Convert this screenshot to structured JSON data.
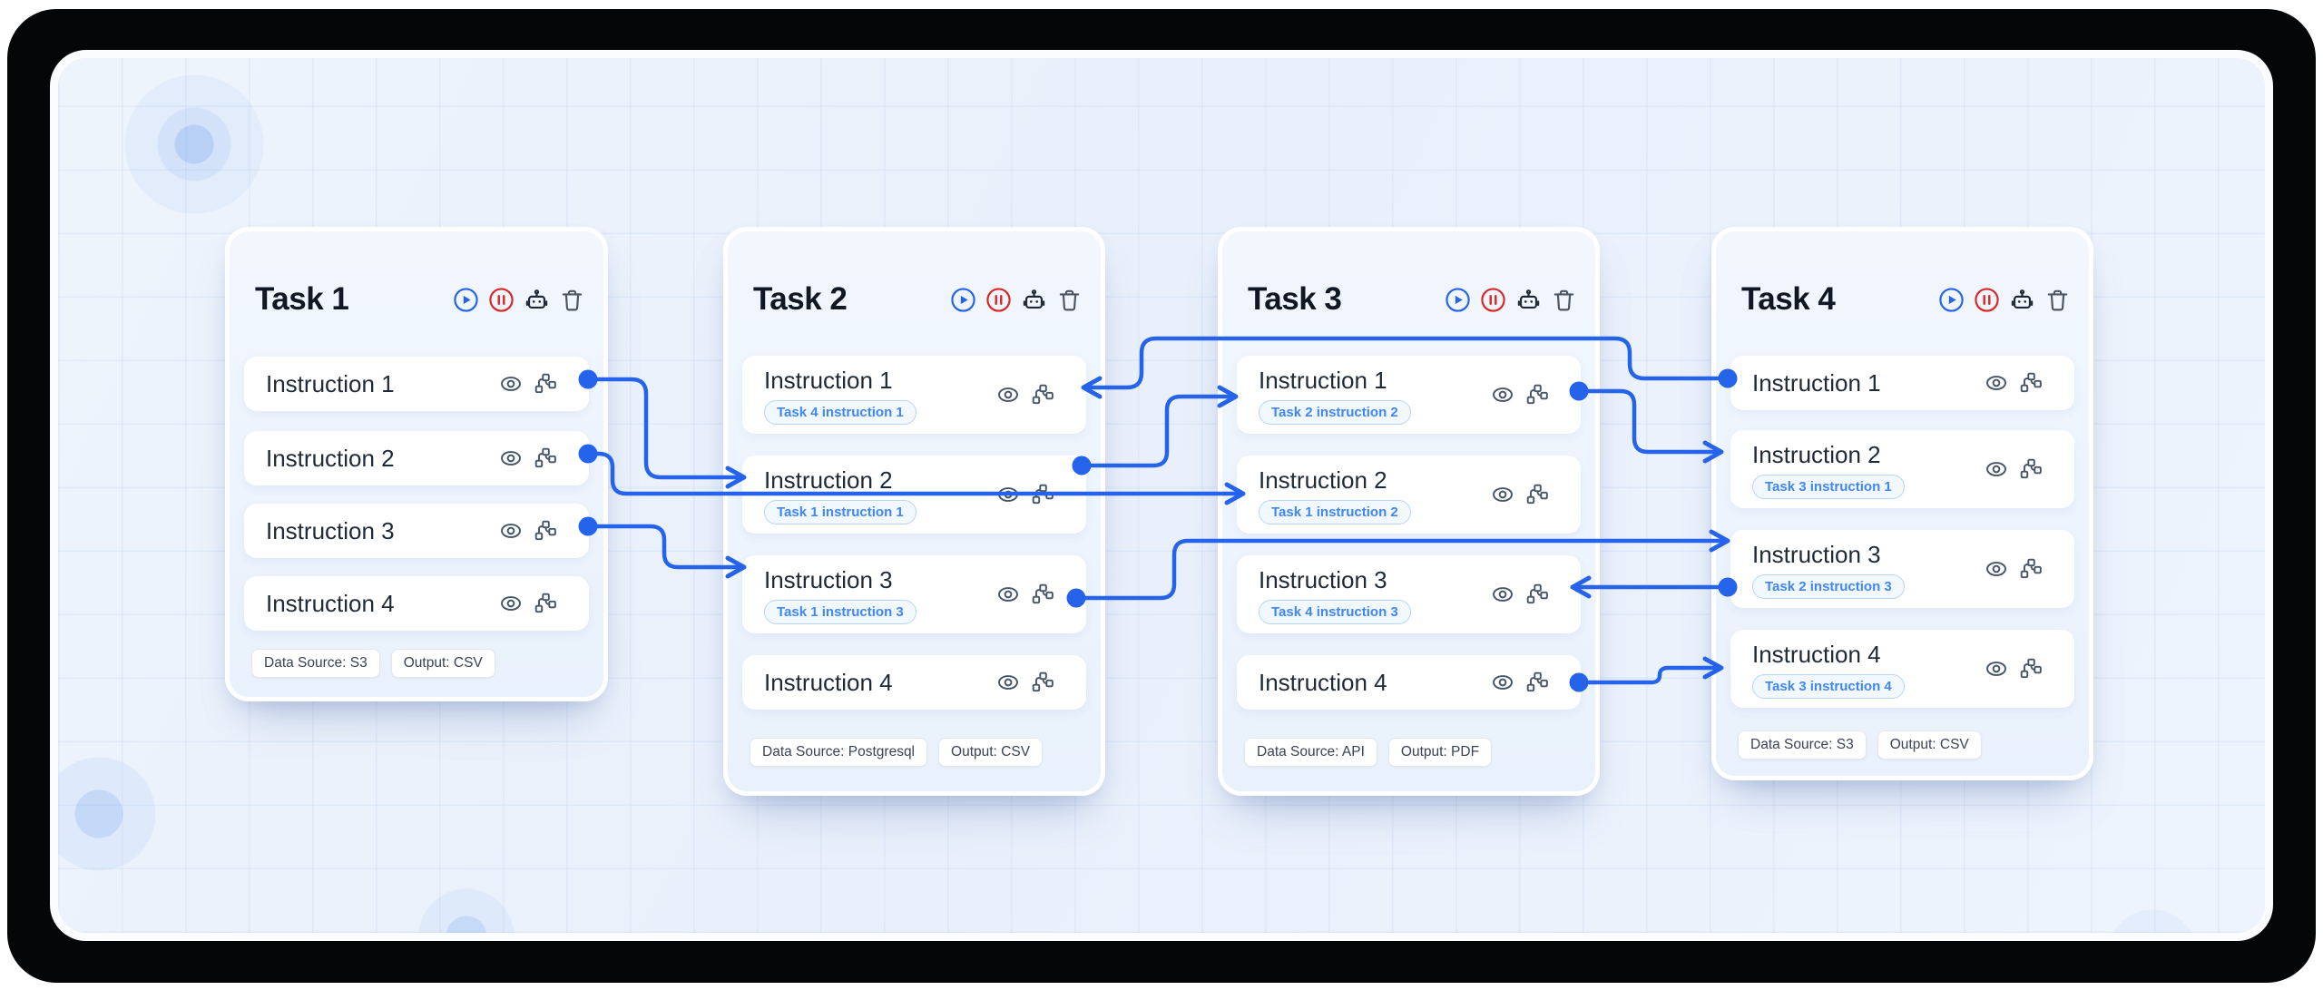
{
  "colors": {
    "connector_blue": "#2563eb",
    "play_blue": "#2563eb",
    "pause_red": "#dc2626",
    "tag_blue": "#3f86f7",
    "canvas_tint": "#eaf1fb"
  },
  "icon_names": {
    "header": [
      "play-icon",
      "pause-icon",
      "bot-icon",
      "trash-icon"
    ],
    "row": [
      "eye-icon",
      "workflow-icon"
    ]
  },
  "tasks": [
    {
      "title": "Task 1",
      "instructions": [
        {
          "label": "Instruction 1",
          "tag": null
        },
        {
          "label": "Instruction 2",
          "tag": null
        },
        {
          "label": "Instruction 3",
          "tag": null
        },
        {
          "label": "Instruction 4",
          "tag": null
        }
      ],
      "badges": [
        "Data Source: S3",
        "Output: CSV"
      ]
    },
    {
      "title": "Task 2",
      "instructions": [
        {
          "label": "Instruction 1",
          "tag": "Task 4 instruction 1"
        },
        {
          "label": "Instruction 2",
          "tag": "Task 1 instruction 1"
        },
        {
          "label": "Instruction 3",
          "tag": "Task 1 instruction 3"
        },
        {
          "label": "Instruction 4",
          "tag": null
        }
      ],
      "badges": [
        "Data Source: Postgresql",
        "Output: CSV"
      ]
    },
    {
      "title": "Task 3",
      "instructions": [
        {
          "label": "Instruction 1",
          "tag": "Task 2 instruction 2"
        },
        {
          "label": "Instruction 2",
          "tag": "Task 1 instruction 2"
        },
        {
          "label": "Instruction 3",
          "tag": "Task 4 instruction 3"
        },
        {
          "label": "Instruction 4",
          "tag": null
        }
      ],
      "badges": [
        "Data Source: API",
        "Output: PDF"
      ]
    },
    {
      "title": "Task 4",
      "instructions": [
        {
          "label": "Instruction 1",
          "tag": null
        },
        {
          "label": "Instruction 2",
          "tag": "Task 3 instruction 1"
        },
        {
          "label": "Instruction 3",
          "tag": "Task 2 instruction 3"
        },
        {
          "label": "Instruction 4",
          "tag": "Task 3 instruction 4"
        }
      ],
      "badges": [
        "Data Source: S3",
        "Output: CSV"
      ]
    }
  ],
  "connections": [
    {
      "from_task": 4,
      "from_instruction": 1,
      "to_task": 2,
      "to_instruction": 1
    },
    {
      "from_task": 1,
      "from_instruction": 1,
      "to_task": 2,
      "to_instruction": 2
    },
    {
      "from_task": 1,
      "from_instruction": 2,
      "to_task": 3,
      "to_instruction": 2
    },
    {
      "from_task": 1,
      "from_instruction": 3,
      "to_task": 2,
      "to_instruction": 3
    },
    {
      "from_task": 2,
      "from_instruction": 2,
      "to_task": 3,
      "to_instruction": 1
    },
    {
      "from_task": 2,
      "from_instruction": 3,
      "to_task": 4,
      "to_instruction": 3
    },
    {
      "from_task": 3,
      "from_instruction": 1,
      "to_task": 4,
      "to_instruction": 2
    },
    {
      "from_task": 4,
      "from_instruction": 3,
      "to_task": 3,
      "to_instruction": 3
    },
    {
      "from_task": 3,
      "from_instruction": 4,
      "to_task": 4,
      "to_instruction": 4
    }
  ]
}
